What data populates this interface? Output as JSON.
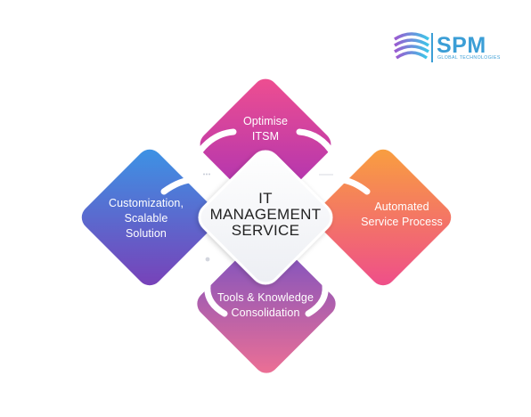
{
  "logo": {
    "name": "SPM",
    "tagline": "GLOBAL TECHNOLOGIES",
    "colors": [
      "#9b59d0",
      "#3cc7e8",
      "#3b9ed6"
    ]
  },
  "center": {
    "line1": "IT",
    "line2": "MANAGEMENT",
    "line3": "SERVICE"
  },
  "petals": [
    {
      "id": "top",
      "line1": "Optimise",
      "line2": "ITSM",
      "color_start": "#f04f8f",
      "color_end": "#9b2fb5"
    },
    {
      "id": "right",
      "line1": "Automated",
      "line2": "Service Process",
      "color_start": "#f9a13d",
      "color_end": "#ee4c8c"
    },
    {
      "id": "bottom",
      "line1": "Tools & Knowledge",
      "line2": "Consolidation",
      "color_start": "#6d4fc3",
      "color_end": "#f06f92"
    },
    {
      "id": "left",
      "line1": "Customization,",
      "line2": "Scalable",
      "line3": "Solution",
      "color_start": "#3d8ee4",
      "color_end": "#7a3fb7"
    }
  ],
  "icons": [
    "chat-icon",
    "briefcase-icon",
    "gear-icon",
    "magnifier-icon"
  ]
}
